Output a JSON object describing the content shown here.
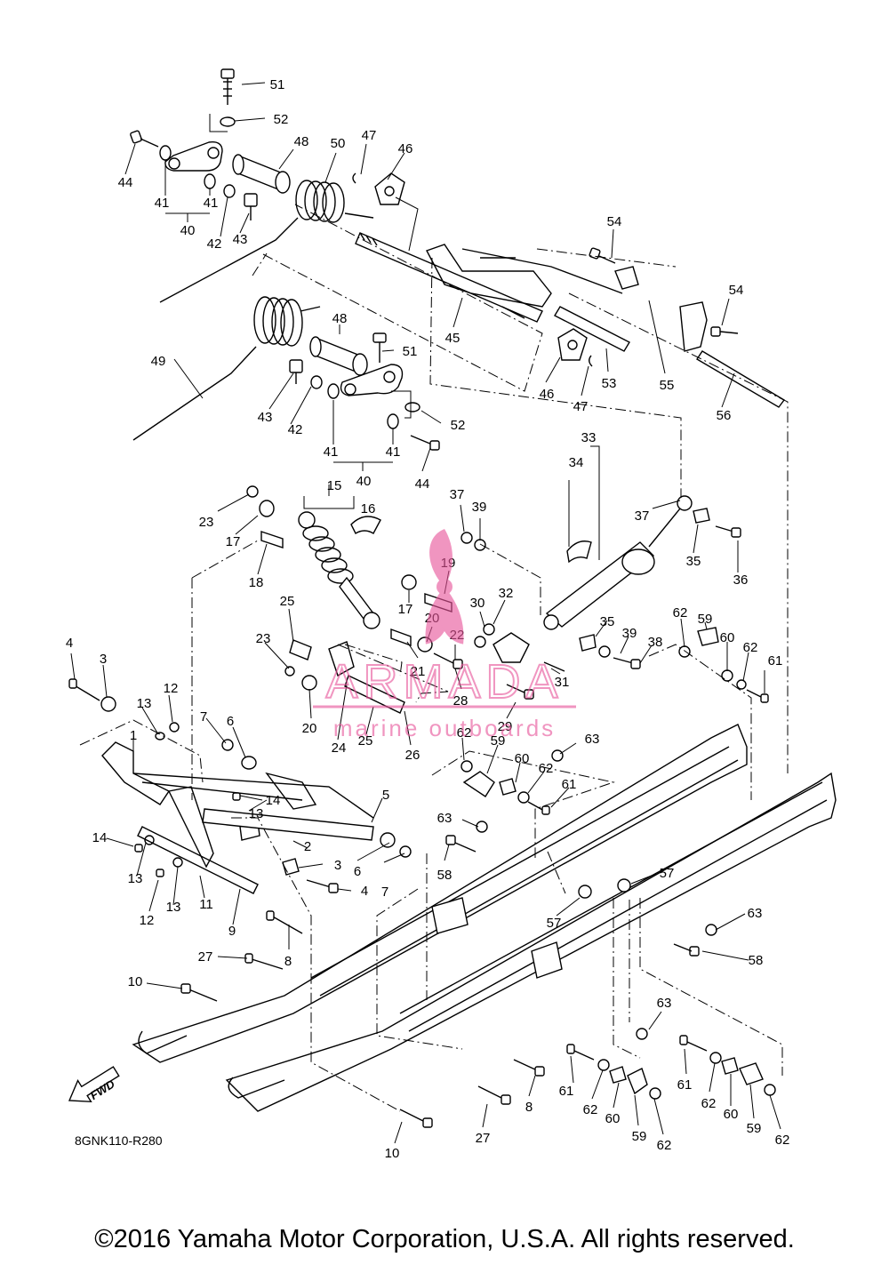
{
  "diagram_code": "8GNK110-R280",
  "fwd_label": "FWD",
  "watermark": {
    "brand": "ARMADA",
    "tagline": "marine outboards",
    "color": "#e8559a"
  },
  "copyright": "©2016 Yamaha Motor Corporation, U.S.A. All rights reserved.",
  "callouts": [
    {
      "n": "51"
    },
    {
      "n": "52"
    },
    {
      "n": "44"
    },
    {
      "n": "48"
    },
    {
      "n": "50"
    },
    {
      "n": "47"
    },
    {
      "n": "46"
    },
    {
      "n": "41"
    },
    {
      "n": "41"
    },
    {
      "n": "40"
    },
    {
      "n": "42"
    },
    {
      "n": "43"
    },
    {
      "n": "54"
    },
    {
      "n": "54"
    },
    {
      "n": "45"
    },
    {
      "n": "53"
    },
    {
      "n": "55"
    },
    {
      "n": "56"
    },
    {
      "n": "46"
    },
    {
      "n": "47"
    },
    {
      "n": "48"
    },
    {
      "n": "51"
    },
    {
      "n": "49"
    },
    {
      "n": "43"
    },
    {
      "n": "42"
    },
    {
      "n": "52"
    },
    {
      "n": "41"
    },
    {
      "n": "41"
    },
    {
      "n": "40"
    },
    {
      "n": "44"
    },
    {
      "n": "33"
    },
    {
      "n": "34"
    },
    {
      "n": "15"
    },
    {
      "n": "16"
    },
    {
      "n": "23"
    },
    {
      "n": "17"
    },
    {
      "n": "18"
    },
    {
      "n": "37"
    },
    {
      "n": "39"
    },
    {
      "n": "37"
    },
    {
      "n": "35"
    },
    {
      "n": "36"
    },
    {
      "n": "19"
    },
    {
      "n": "17"
    },
    {
      "n": "30"
    },
    {
      "n": "32"
    },
    {
      "n": "20"
    },
    {
      "n": "22"
    },
    {
      "n": "21"
    },
    {
      "n": "35"
    },
    {
      "n": "39"
    },
    {
      "n": "38"
    },
    {
      "n": "62"
    },
    {
      "n": "59"
    },
    {
      "n": "60"
    },
    {
      "n": "62"
    },
    {
      "n": "61"
    },
    {
      "n": "25"
    },
    {
      "n": "23"
    },
    {
      "n": "28"
    },
    {
      "n": "29"
    },
    {
      "n": "31"
    },
    {
      "n": "20"
    },
    {
      "n": "24"
    },
    {
      "n": "25"
    },
    {
      "n": "26"
    },
    {
      "n": "62"
    },
    {
      "n": "59"
    },
    {
      "n": "63"
    },
    {
      "n": "60"
    },
    {
      "n": "62"
    },
    {
      "n": "61"
    },
    {
      "n": "4"
    },
    {
      "n": "3"
    },
    {
      "n": "12"
    },
    {
      "n": "13"
    },
    {
      "n": "7"
    },
    {
      "n": "6"
    },
    {
      "n": "1"
    },
    {
      "n": "14"
    },
    {
      "n": "13"
    },
    {
      "n": "5"
    },
    {
      "n": "14"
    },
    {
      "n": "2"
    },
    {
      "n": "13"
    },
    {
      "n": "3"
    },
    {
      "n": "6"
    },
    {
      "n": "7"
    },
    {
      "n": "4"
    },
    {
      "n": "12"
    },
    {
      "n": "13"
    },
    {
      "n": "11"
    },
    {
      "n": "9"
    },
    {
      "n": "63"
    },
    {
      "n": "58"
    },
    {
      "n": "57"
    },
    {
      "n": "57"
    },
    {
      "n": "63"
    },
    {
      "n": "58"
    },
    {
      "n": "8"
    },
    {
      "n": "27"
    },
    {
      "n": "10"
    },
    {
      "n": "63"
    },
    {
      "n": "61"
    },
    {
      "n": "62"
    },
    {
      "n": "60"
    },
    {
      "n": "59"
    },
    {
      "n": "62"
    },
    {
      "n": "61"
    },
    {
      "n": "62"
    },
    {
      "n": "60"
    },
    {
      "n": "59"
    },
    {
      "n": "62"
    },
    {
      "n": "8"
    },
    {
      "n": "27"
    },
    {
      "n": "10"
    }
  ]
}
